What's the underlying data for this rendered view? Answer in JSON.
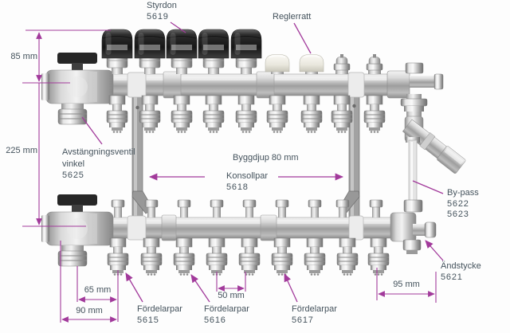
{
  "figure": {
    "background_color": "#fdfdfd",
    "annotation_color": "#a23a9b",
    "label_text_color": "#44525c"
  },
  "labels": {
    "styrdon": {
      "title": "Styrdon",
      "code": "5619"
    },
    "reglerratt": {
      "title": "Reglerratt"
    },
    "avstangningsventil": {
      "title": "Avstängningsventil",
      "subtitle": "vinkel",
      "code": "5625"
    },
    "byggdjup": {
      "title": "Byggdjup 80 mm"
    },
    "konsollpar": {
      "title": "Konsollpar",
      "code": "5618"
    },
    "bypass": {
      "title": "By-pass",
      "code": "5622",
      "code2": "5623"
    },
    "andstycke": {
      "title": "Ändstycke",
      "code": "5621"
    },
    "fordelarpar_5615": {
      "title": "Fördelarpar",
      "code": "5615"
    },
    "fordelarpar_5616": {
      "title": "Fördelarpar",
      "code": "5616"
    },
    "fordelarpar_5617": {
      "title": "Fördelarpar",
      "code": "5617"
    }
  },
  "dimensions": {
    "height_85": "85 mm",
    "height_225": "225 mm",
    "width_65": "65 mm",
    "width_90": "90 mm",
    "spacing_50": "50 mm",
    "width_95": "95 mm"
  }
}
